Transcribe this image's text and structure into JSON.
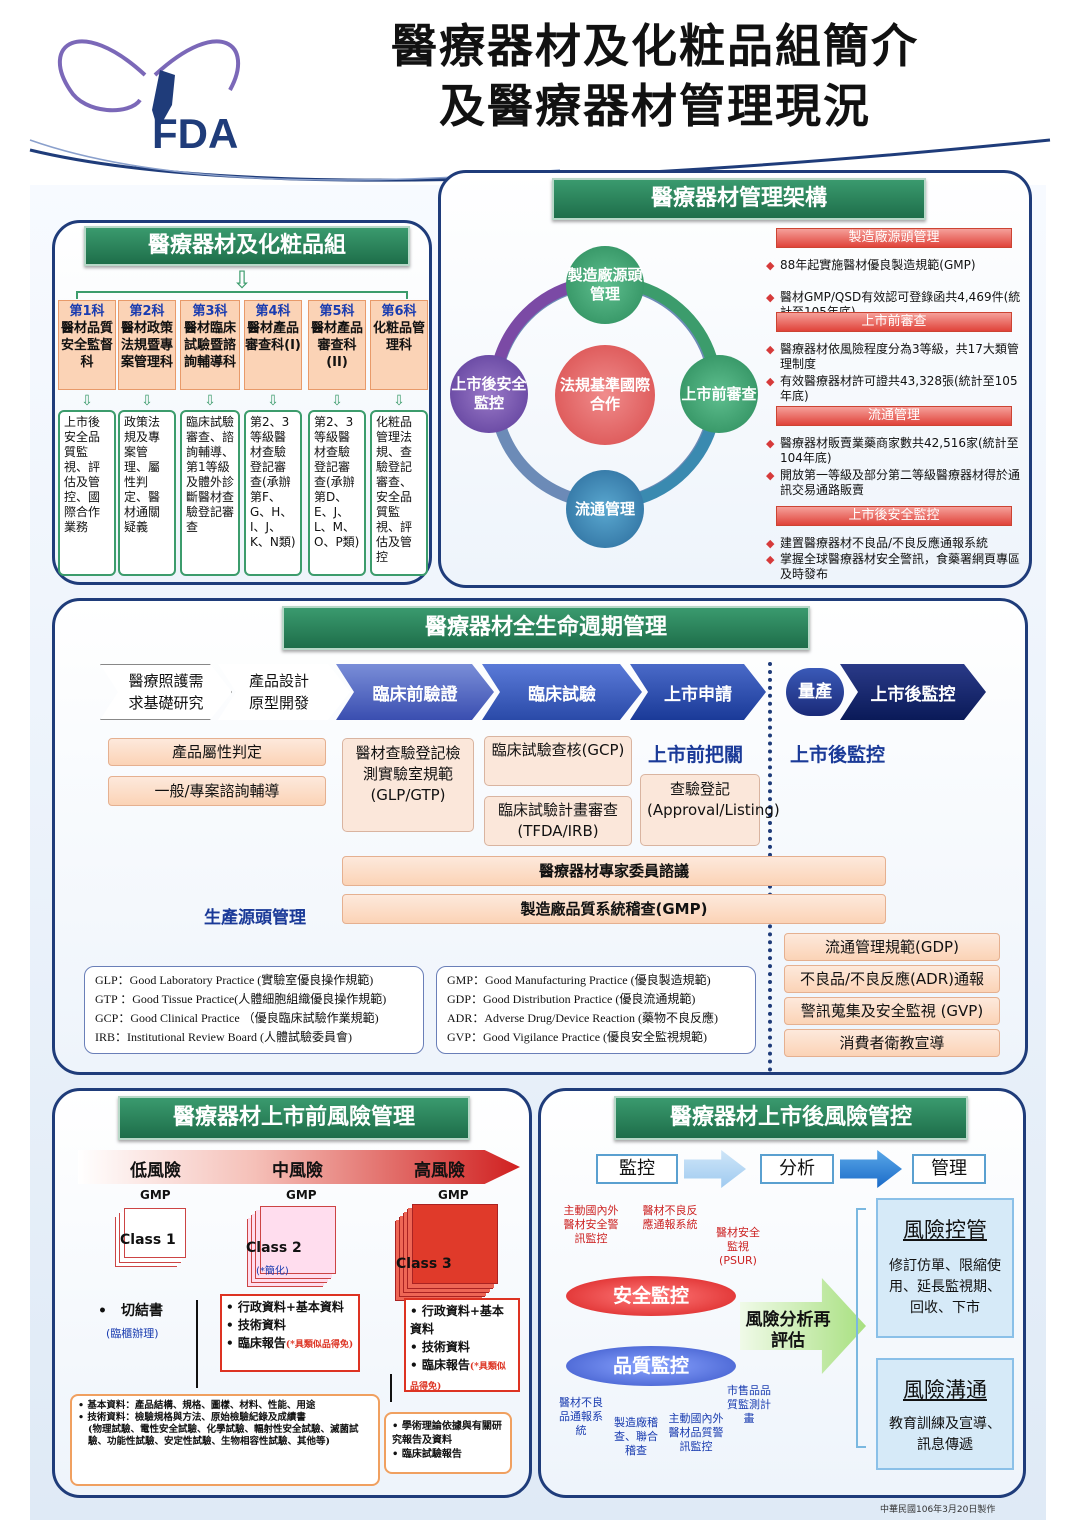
{
  "header": {
    "title1": "醫療器材及化粧品組簡介",
    "title2": "及醫療器材管理現況",
    "logo": "FDA"
  },
  "group": {
    "title": "醫療器材及化粧品組",
    "sections": [
      {
        "num": "第1科",
        "name": "醫材品質安全監督科",
        "desc": "上市後安全品質監視、評估及管控、國際合作業務"
      },
      {
        "num": "第2科",
        "name": "醫材政策法規暨專案管理科",
        "desc": "政策法規及專案管理、屬性判定、醫材通關疑義"
      },
      {
        "num": "第3科",
        "name": "醫材臨床試驗暨諮詢輔導科",
        "desc": "臨床試驗審查、諮詢輔導、第1等級及體外診斷醫材查驗登記審查"
      },
      {
        "num": "第4科",
        "name": "醫材產品審查科(I)",
        "desc": "第2、3等級醫材查驗登記審查(承辦第F、G、H、I、J、K、N類)"
      },
      {
        "num": "第5科",
        "name": "醫材產品審查科(II)",
        "desc": "第2、3等級醫材查驗登記審查(承辦第D、E、J、L、M、O、P類)"
      },
      {
        "num": "第6科",
        "name": "化粧品管理科",
        "desc": "化粧品管理法規、查驗登記審查、安全品質監視、評估及管控"
      }
    ]
  },
  "framework": {
    "title": "醫療器材管理架構",
    "center": "法規基準國際合作",
    "cycle": {
      "top": "製造廠源頭管理",
      "right": "上市前審查",
      "bottom": "流通管理",
      "left": "上市後安全監控"
    },
    "blocks": [
      {
        "head": "製造廠源頭管理",
        "items": [
          "88年起實施醫材優良製造規範(GMP)",
          "醫材GMP/QSD有效認可登錄函共4,469件(統計至105年底)"
        ]
      },
      {
        "head": "上市前審查",
        "items": [
          "醫療器材依風險程度分為3等級，共17大類管理制度",
          "有效醫療器材許可證共43,328張(統計至105年底)"
        ]
      },
      {
        "head": "流通管理",
        "items": [
          "醫療器材販賣業藥商家數共42,516家(統計至104年底)",
          "開放第一等級及部分第二等級醫療器材得於通訊交易通路販賣"
        ]
      },
      {
        "head": "上市後安全監控",
        "items": [
          "建置醫療器材不良品/不良反應通報系統",
          "掌握全球醫療器材安全警訊，食藥署網頁專區及時發布"
        ]
      }
    ]
  },
  "lifecycle": {
    "title": "醫療器材全生命週期管理",
    "stages": [
      "醫療照護需求基礎研究",
      "產品設計原型開發",
      "臨床前驗證",
      "臨床試驗",
      "上市申請",
      "量產",
      "上市後監控"
    ],
    "pre_gate": "上市前把關",
    "post_monitor": "上市後監控",
    "source_mgmt": "生產源頭管理",
    "boxes": {
      "attr": "產品屬性判定",
      "consult": "一般/專案諮詢輔導",
      "lab": "醫材查驗登記檢測實驗室規範(GLP/GTP)",
      "gcp": "臨床試驗查核(GCP)",
      "tfda": "臨床試驗計畫審查(TFDA/IRB)",
      "approval": "查驗登記(Approval/Listing)",
      "expert": "醫療器材專家委員諮議",
      "gmp": "製造廠品質系統稽查(GMP)",
      "gdp": "流通管理規範(GDP)",
      "adr": "不良品/不良反應(ADR)通報",
      "gvp": "警訊蒐集及安全監視 (GVP)",
      "edu": "消費者衛教宣導"
    },
    "legend_left": [
      "GLP：Good Laboratory Practice (實驗室優良操作規範)",
      "GTP ：Good Tissue Practice(人體細胞組織優良操作規範)",
      "GCP：Good Clinical Practice （優良臨床試驗作業規範)",
      "IRB：Institutional Review Board (人體試驗委員會)"
    ],
    "legend_right": [
      "GMP：Good Manufacturing Practice (優良製造規範)",
      "GDP：Good Distribution Practice (優良流通規範)",
      "ADR：Adverse Drug/Device Reaction (藥物不良反應)",
      "GVP：Good Vigilance Practice (優良安全監視規範)"
    ]
  },
  "premarket": {
    "title": "醫療器材上市前風險管理",
    "risks": [
      "低風險",
      "中風險",
      "高風險"
    ],
    "gmp": "GMP",
    "classes": [
      "Class 1",
      "Class 2",
      "Class 3"
    ],
    "class2_note": "(*簡化)",
    "c1_item": "切結書",
    "c1_note": "(臨櫃辦理)",
    "c2_items": [
      "行政資料+基本資料",
      "技術資料",
      "臨床報告"
    ],
    "c2_note": "(*具類似品得免)",
    "c3_items": [
      "行政資料+基本資料",
      "技術資料",
      "臨床報告"
    ],
    "c3_note": "(*具類似品得免)",
    "basic_note1": "基本資料：產品結構、規格、圖樣、材料、性能、用途",
    "basic_note2": "技術資料：檢驗規格與方法、原始檢驗紀錄及成績書",
    "basic_note3": "(物理試驗、電性安全試驗、化學試驗、輻射性安全試驗、滅菌試驗、功能性試驗、安定性試驗、生物相容性試驗、其他等)",
    "c3_note_box": [
      "學術理論依據與有關研究報告及資料",
      "臨床試驗報告"
    ]
  },
  "postmarket": {
    "title": "醫療器材上市後風險管控",
    "flow": [
      "監控",
      "分析",
      "管理"
    ],
    "safety": "安全監控",
    "quality": "品質監控",
    "analysis": "風險分析再評估",
    "safety_src": [
      "主動國內外醫材安全警訊監控",
      "醫材不良反應通報系統",
      "醫材安全監視(PSUR)"
    ],
    "quality_src": [
      "醫材不良品通報系統",
      "製造廠稽查、聯合稽查",
      "主動國內外醫材品質警訊監控",
      "市售品品質監測計畫"
    ],
    "control_title": "風險控管",
    "control_text": "修訂仿單、限縮使用、延長監視期、回收、下市",
    "comm_title": "風險溝通",
    "comm_text": "教育訓練及宣導、訊息傳遞"
  },
  "footer": "中華民國106年3月20日製作"
}
